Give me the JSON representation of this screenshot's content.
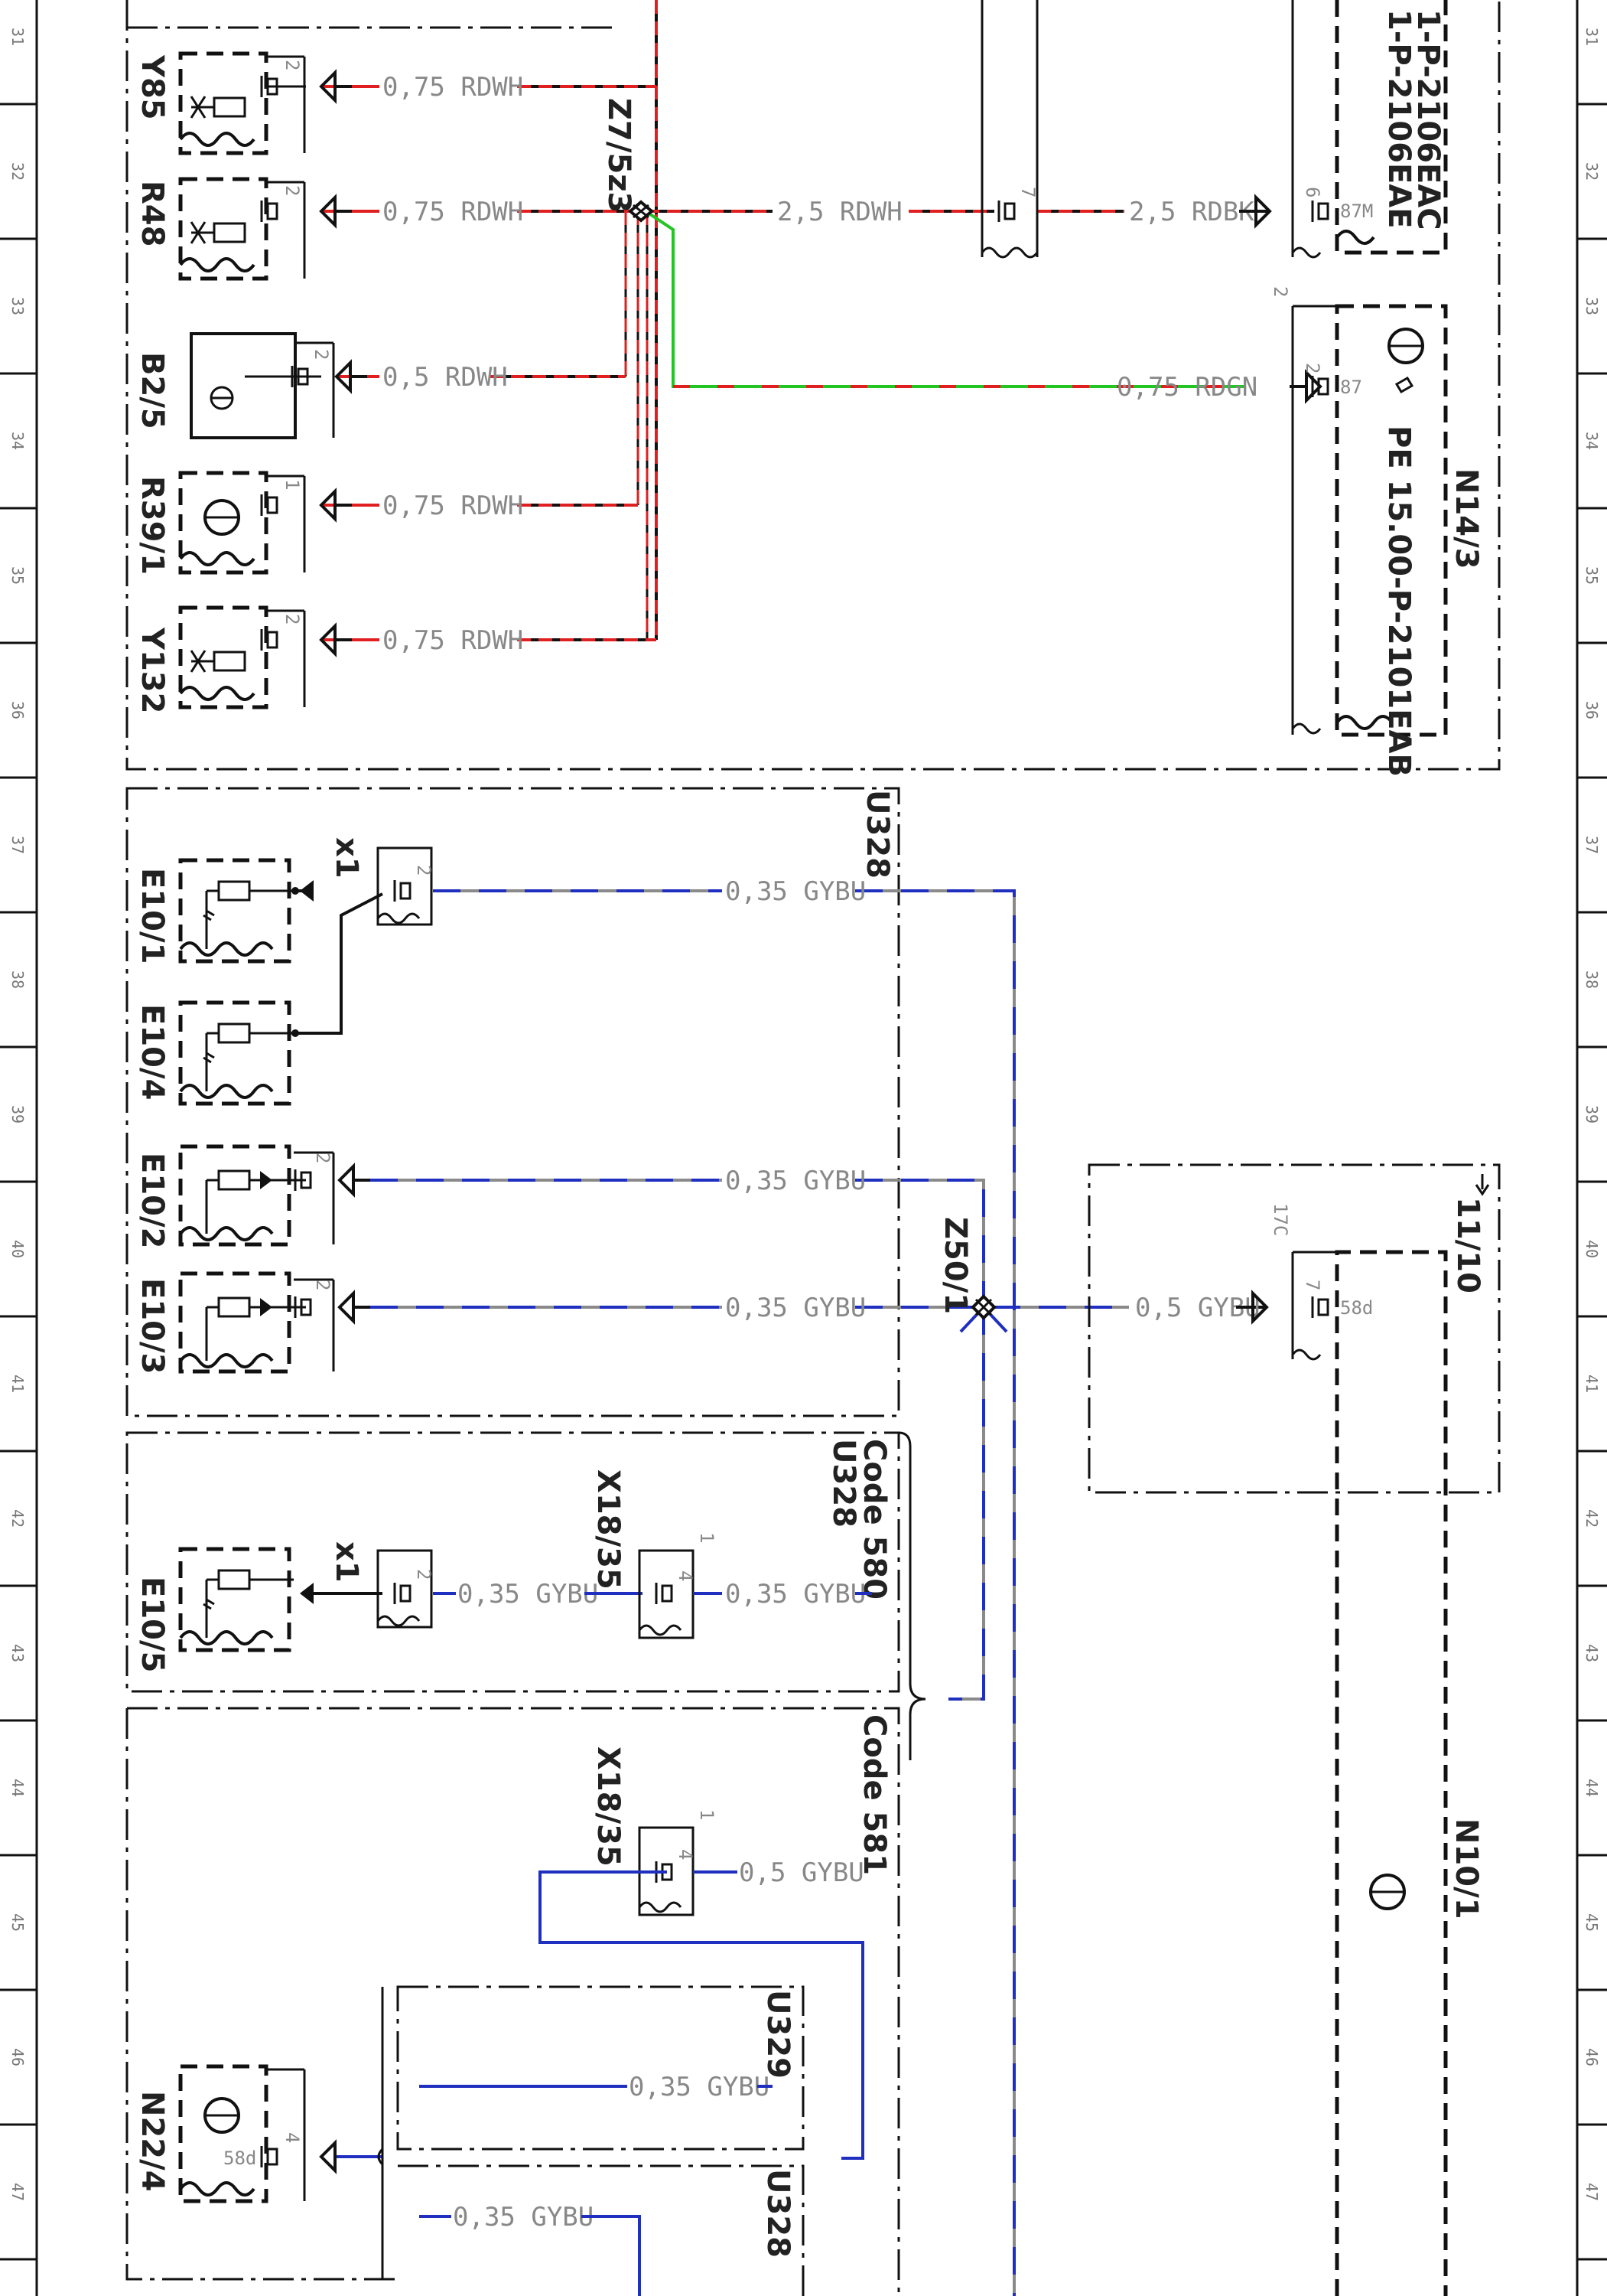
{
  "rows": [
    "31",
    "32",
    "33",
    "34",
    "35",
    "36",
    "37",
    "38",
    "39",
    "40",
    "41",
    "42",
    "43",
    "44",
    "45",
    "46",
    "47"
  ],
  "colors": {
    "red": "#e02020",
    "green": "#22c522",
    "blue": "#1f2fc0",
    "grey": "#8a8a8a",
    "black": "#111111"
  },
  "components": {
    "Y85": "Y85",
    "R48": "R48",
    "B2_5": "B2/5",
    "R39_1": "R39/1",
    "Y132": "Y132",
    "E10_1": "E10/1",
    "E10_4": "E10/4",
    "E10_2": "E10/2",
    "E10_3": "E10/3",
    "E10_5": "E10/5",
    "N22_4": "N22/4",
    "N14_3": "N14/3",
    "N10_1": "N10/1",
    "Z7_5z3": "Z7/5z3",
    "Z50_1": "Z50/1",
    "U328": "U328",
    "U329": "U329",
    "X18_35": "X18/35",
    "x1": "x1",
    "ref_11_10": "11/10",
    "code580": "Code 580",
    "code581": "Code 581"
  },
  "ref_docs": {
    "top1": "1-P-2106EAC",
    "top2": "1-P-2106EAE",
    "pe": "PE 15.00-P-2101EAB"
  },
  "wires": {
    "rdwh075": "0,75 RDWH",
    "rdwh05": "0,5 RDWH",
    "rdwh25": "2,5 RDWH",
    "rdbk25": "2,5 RDBK",
    "rdgn075": "0,75 RDGN",
    "gybu035": "0,35 GYBU",
    "gybu05": "0,5 GYBU"
  },
  "pins": {
    "p1": "1",
    "p2": "2",
    "p4": "4",
    "p6": "6",
    "p7": "7",
    "p87M": "87M",
    "p87": "87",
    "p17C": "17C",
    "p58d": "58d"
  }
}
